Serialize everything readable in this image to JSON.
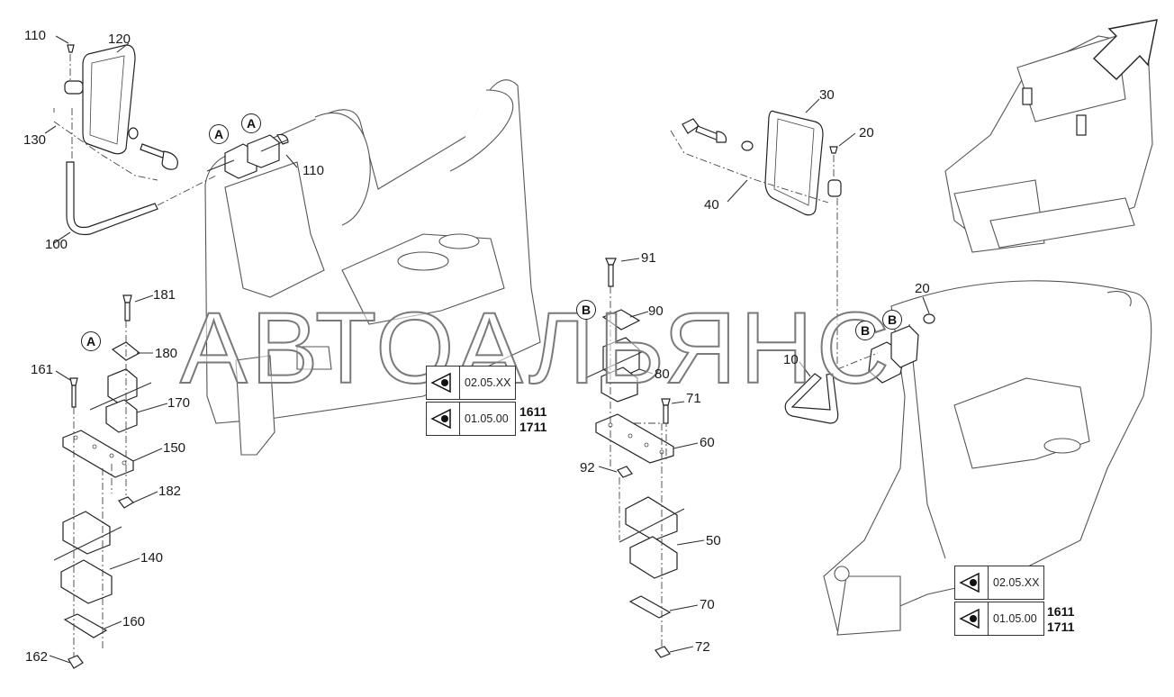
{
  "watermark": "АВТОАЛЬЯНС",
  "part_labels": {
    "p110a": "110",
    "p120": "120",
    "p130": "130",
    "p110b": "110",
    "p100": "100",
    "p30": "30",
    "p20a": "20",
    "p40": "40",
    "p181": "181",
    "p180": "180",
    "p161": "161",
    "p170": "170",
    "p150": "150",
    "p182": "182",
    "p140": "140",
    "p160": "160",
    "p162": "162",
    "p91": "91",
    "p90": "90",
    "p80": "80",
    "p71": "71",
    "p60": "60",
    "p92": "92",
    "p50": "50",
    "p70": "70",
    "p72": "72",
    "p20b": "20",
    "p10": "10"
  },
  "callouts": {
    "a1": "A",
    "a2": "A",
    "a3": "A",
    "b1": "B",
    "b2": "B",
    "b3": "B"
  },
  "reference_boxes": {
    "center_top_code": "02.05.XX",
    "center_bottom_code": "01.05.00",
    "center_tag_1": "1611",
    "center_tag_2": "1711",
    "right_top_code": "02.05.XX",
    "right_bottom_code": "01.05.00",
    "right_tag_1": "1611",
    "right_tag_2": "1711"
  },
  "icons": [
    "eye-icon",
    "arrow-icon"
  ]
}
